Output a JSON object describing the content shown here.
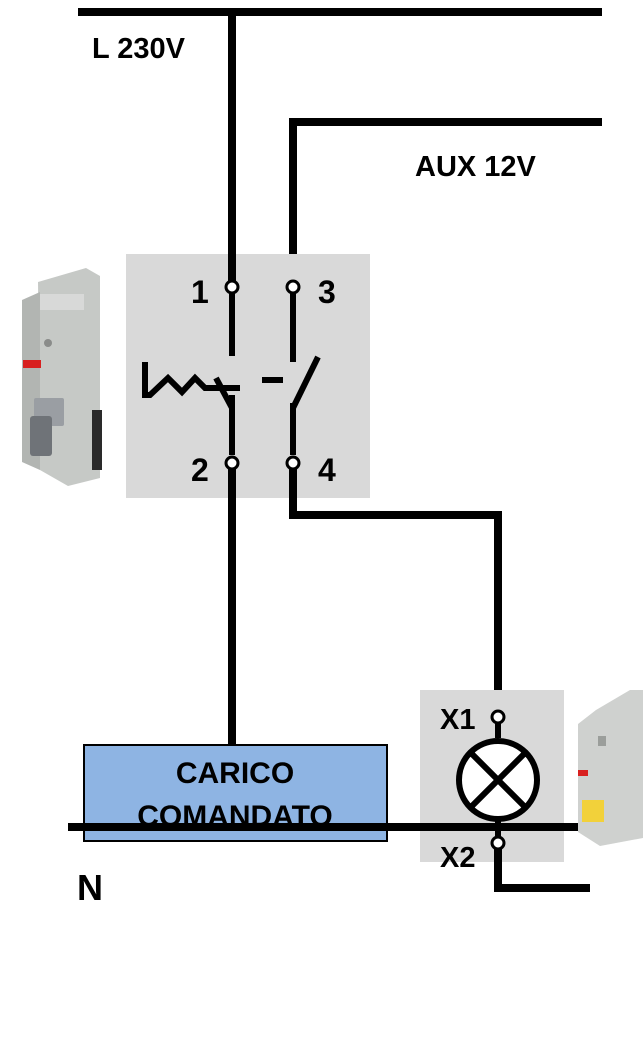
{
  "labels": {
    "line": "L 230V",
    "aux": "AUX 12V",
    "neutral": "N",
    "load_line1": "CARICO",
    "load_line2": "COMANDATO"
  },
  "switch_terminals": [
    "1",
    "3",
    "2",
    "4"
  ],
  "lamp_terminals": [
    "X1",
    "X2"
  ],
  "colors": {
    "wire": "#000000",
    "module_box": "#d9d9d9",
    "load_fill": "#8eb4e3",
    "load_border": "#000000",
    "device_body": "#cfd1cf",
    "device_toggle": "#6f7378",
    "abb_red": "#d8201f",
    "lamp_window": "#f2d13a"
  },
  "icons": {
    "switch_device": "modular-changeover-switch-icon",
    "lamp_device": "modular-indicator-lamp-icon",
    "lamp_symbol": "lamp-symbol-icon"
  }
}
